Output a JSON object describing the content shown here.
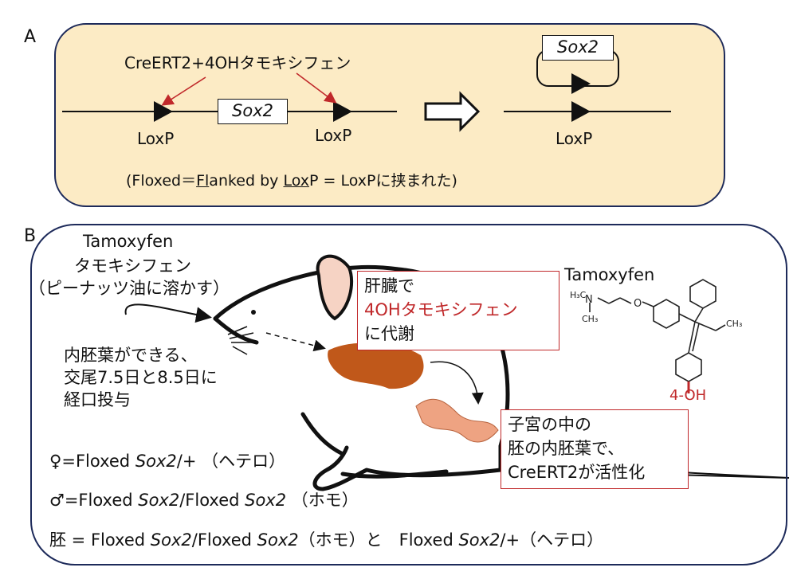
{
  "panel_a": {
    "letter": "A",
    "enzyme_label": "CreERT2+4OHタモキシフェン",
    "gene_label": "Sox2",
    "loxp_left": "LoxP",
    "loxp_right": "LoxP",
    "loxp_result": "LoxP",
    "excised_gene": "Sox2",
    "footnote_prefix": "(Floxed＝",
    "footnote_fl": "Fl",
    "footnote_anked": "anked by ",
    "footnote_lox": "Lox",
    "footnote_suffix": "P = LoxPに挟まれた)"
  },
  "panel_b": {
    "letter": "B",
    "drug_en": "Tamoxyfen",
    "drug_jp": "タモキシフェン",
    "drug_note": "（ピーナッツ油に溶かす）",
    "dosing_1": "内胚葉ができる、",
    "dosing_2": "交尾7.5日と8.5日に",
    "dosing_3": "経口投与",
    "liver_1": "肝臓で",
    "liver_2": "4OHタモキシフェン",
    "liver_3": "に代謝",
    "uterus_1": "子宮の中の",
    "uterus_2": "胚の内胚葉で、",
    "uterus_3": "CreERT2が活性化",
    "structure_title": "Tamoxyfen",
    "structure_label": "4-OH",
    "female_prefix": "♀=Floxed ",
    "female_gene": "Sox2",
    "female_suffix": "/+ （ヘテロ）",
    "male_prefix": "♂=Floxed ",
    "male_gene1": "Sox2",
    "male_mid": "/Floxed ",
    "male_gene2": "Sox2",
    "male_suffix": " （ホモ）",
    "embryo_prefix": "胚 = Floxed ",
    "embryo_gene1": "Sox2",
    "embryo_mid1": "/Floxed ",
    "embryo_gene2": "Sox2",
    "embryo_mid2": "（ホモ）と　Floxed ",
    "embryo_gene3": "Sox2",
    "embryo_suffix": "/+（ヘテロ）"
  },
  "colors": {
    "panel_a_bg": "#fcebc5",
    "border": "#1d2a5a",
    "highlight_red": "#c0282a",
    "liver": "#c0581a",
    "embryo": "#eea382",
    "ear": "#f6d3c4"
  }
}
